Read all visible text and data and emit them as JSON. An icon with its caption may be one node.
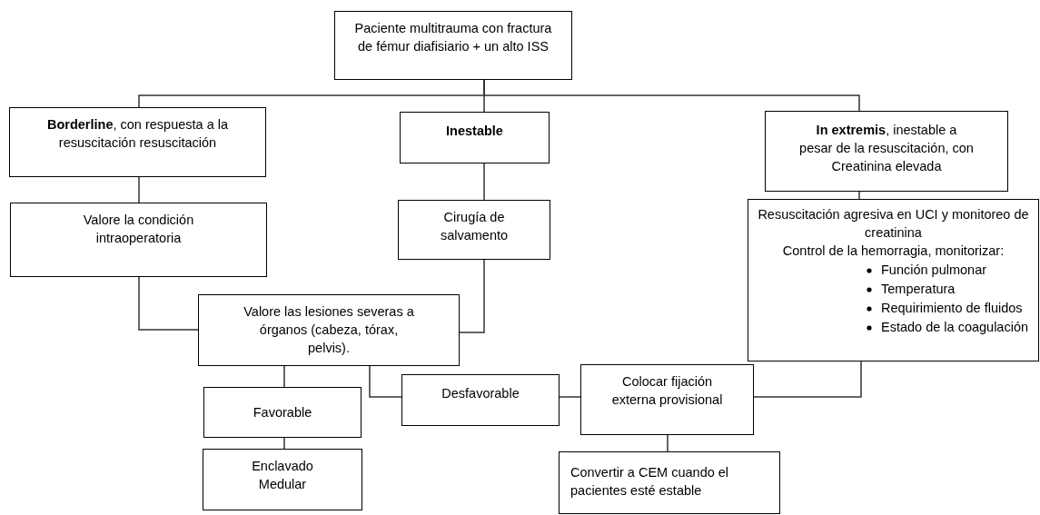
{
  "diagram": {
    "nodes": [
      {
        "text": [
          "Paciente multitrauma con fractura de fémur diafisiario + un alto ISS"
        ]
      },
      {
        "text": [
          "**Borderline**, con respuesta a la resuscitación resuscitación"
        ]
      },
      {
        "text": [
          "Inestable"
        ]
      },
      {
        "text": [
          "**In extremis**, inestable a pesar de la resuscitación, con Creatinina elevada"
        ]
      },
      {
        "text": [
          "Valore la condición intraoperatoria"
        ]
      },
      {
        "text": [
          "Cirugía de salvamento"
        ]
      },
      {
        "text": [
          "Resuscitación agresiva en UCI y monitoreo de creatinina",
          "Control de la hemorragia, monitorizar:",
          "Función pulmonar",
          "Temperatura",
          "Requirimiento de fluidos",
          "Estado de la coagulación"
        ]
      },
      {
        "text": [
          "Valore las lesiones severas a órganos (cabeza, tórax, pelvis)."
        ]
      },
      {
        "text": [
          "Favorable"
        ]
      },
      {
        "text": [
          "Enclavado Medular"
        ]
      },
      {
        "text": [
          "Desfavorable"
        ]
      },
      {
        "text": [
          "Colocar fijación externa provisional"
        ]
      },
      {
        "text": [
          "Convertir a CEM cuando el pacientes esté estable"
        ]
      }
    ],
    "edges": [
      {
        "from": 0,
        "to": 1,
        "arrow": "none"
      },
      {
        "from": 0,
        "to": 2,
        "arrow": "none"
      },
      {
        "from": 0,
        "to": 3,
        "arrow": "none"
      },
      {
        "from": 1,
        "to": 4,
        "arrow": "none"
      },
      {
        "from": 2,
        "to": 5,
        "arrow": "none"
      },
      {
        "from": 3,
        "to": 6,
        "arrow": "none"
      },
      {
        "from": 4,
        "to": 7,
        "arrow": "none"
      },
      {
        "from": 5,
        "to": 7,
        "arrow": "none"
      },
      {
        "from": 7,
        "to": 8,
        "arrow": "none"
      },
      {
        "from": 8,
        "to": 9,
        "arrow": "none"
      },
      {
        "from": 7,
        "to": 10,
        "arrow": "none"
      },
      {
        "from": 10,
        "to": 11,
        "arrow": "none"
      },
      {
        "from": 6,
        "to": 11,
        "arrow": "none"
      },
      {
        "from": 11,
        "to": 12,
        "arrow": "none"
      }
    ]
  }
}
